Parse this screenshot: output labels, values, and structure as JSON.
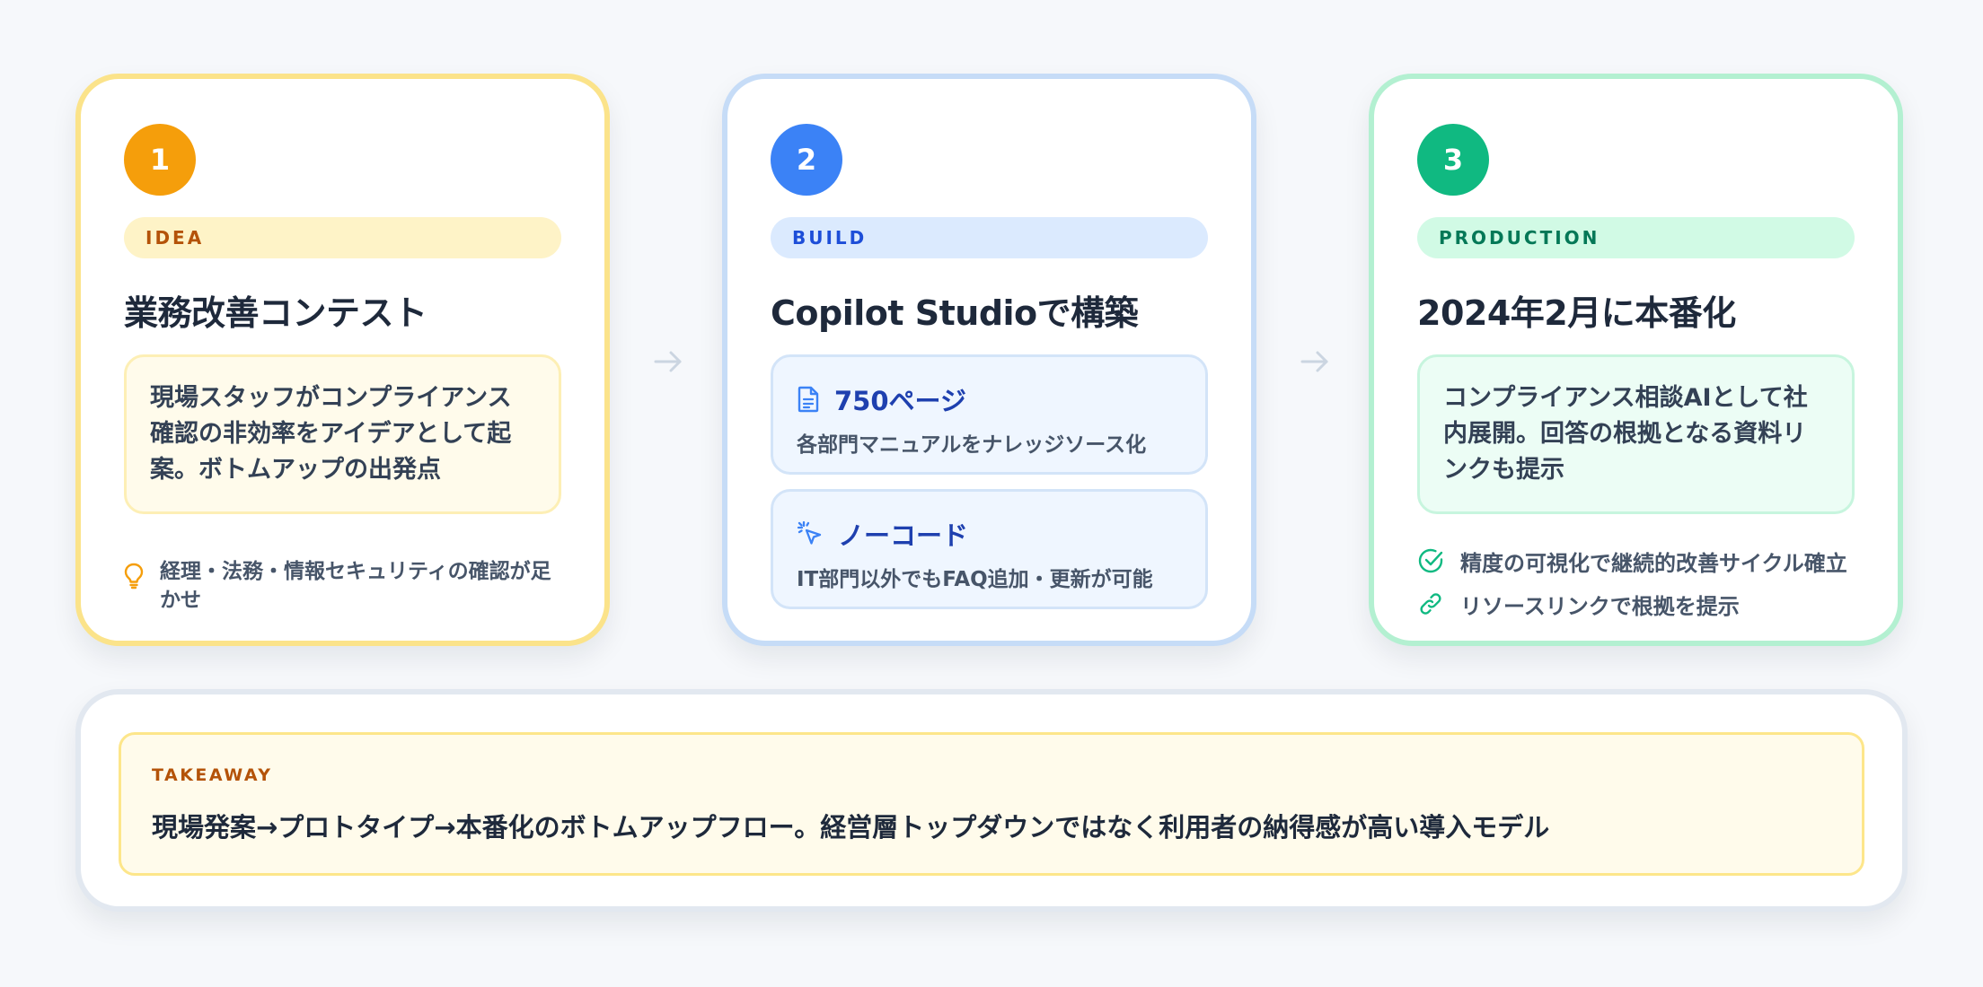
{
  "steps": [
    {
      "number": "1",
      "tag": "IDEA",
      "title": "業務改善コンテスト",
      "description": "現場スタッフがコンプライアンス確認の非効率をアイデアとして起案。ボトムアップの出発点",
      "note": {
        "icon": "lightbulb-icon",
        "text": "経理・法務・情報セキュリティの確認が足かせ"
      }
    },
    {
      "number": "2",
      "tag": "BUILD",
      "title": "Copilot Studioで構築",
      "features": [
        {
          "icon": "document-icon",
          "title": "750ページ",
          "subtitle": "各部門マニュアルをナレッジソース化"
        },
        {
          "icon": "cursor-click-icon",
          "title": "ノーコード",
          "subtitle": "IT部門以外でもFAQ追加・更新が可能"
        }
      ]
    },
    {
      "number": "3",
      "tag": "PRODUCTION",
      "title": "2024年2月に本番化",
      "description": "コンプライアンス相談AIとして社内展開。回答の根拠となる資料リンクも提示",
      "checks": [
        {
          "icon": "check-circle-icon",
          "text": "精度の可視化で継続的改善サイクル確立"
        },
        {
          "icon": "link-icon",
          "text": "リソースリンクで根拠を提示"
        }
      ]
    }
  ],
  "takeaway": {
    "label": "TAKEAWAY",
    "text": "現場発案→プロトタイプ→本番化のボトムアップフロー。経営層トップダウンではなく利用者の納得感が高い導入モデル"
  },
  "colors": {
    "idea_accent": "#f59e0b",
    "build_accent": "#3b82f6",
    "production_accent": "#10b981"
  }
}
